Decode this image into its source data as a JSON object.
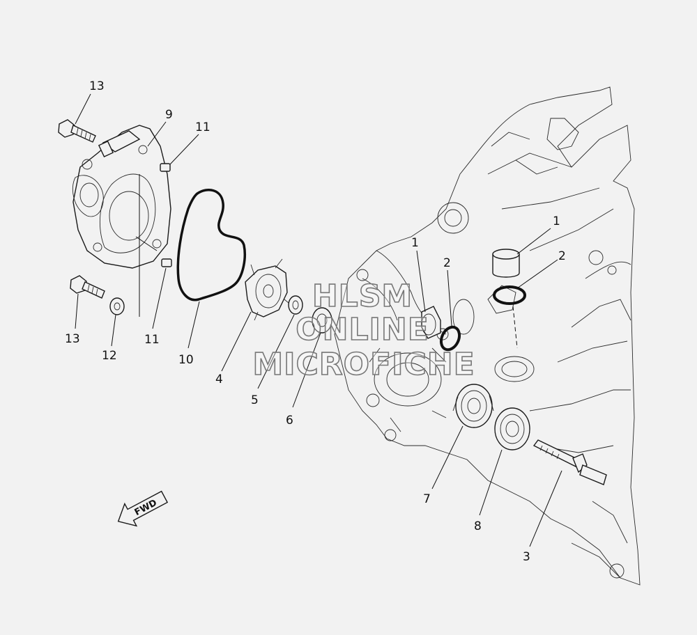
{
  "colors": {
    "background": "#f2f2f2",
    "line": "#1a1a1a",
    "watermark_stroke": "#777777"
  },
  "callouts": [
    {
      "id": "c13a",
      "label": "13"
    },
    {
      "id": "c9",
      "label": "9"
    },
    {
      "id": "c11a",
      "label": "11"
    },
    {
      "id": "c1a",
      "label": "1"
    },
    {
      "id": "c1b",
      "label": "1"
    },
    {
      "id": "c2a",
      "label": "2"
    },
    {
      "id": "c2b",
      "label": "2"
    },
    {
      "id": "c13b",
      "label": "13"
    },
    {
      "id": "c12",
      "label": "12"
    },
    {
      "id": "c11b",
      "label": "11"
    },
    {
      "id": "c10",
      "label": "10"
    },
    {
      "id": "c4",
      "label": "4"
    },
    {
      "id": "c5",
      "label": "5"
    },
    {
      "id": "c6",
      "label": "6"
    },
    {
      "id": "c7",
      "label": "7"
    },
    {
      "id": "c8",
      "label": "8"
    },
    {
      "id": "c3",
      "label": "3"
    }
  ],
  "watermark": [
    "HLSM",
    "ONLINE",
    "MICROFICHE"
  ],
  "fwd_label": "FWD"
}
